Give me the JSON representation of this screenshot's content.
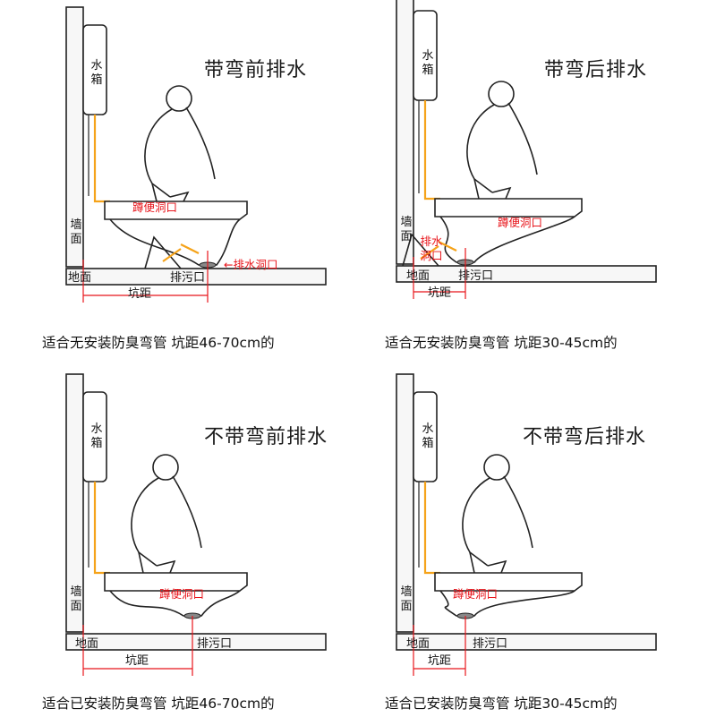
{
  "colors": {
    "pipe_arrow": "#f5a31a",
    "dimension": "#e8151b",
    "outline": "#222222",
    "fill_wall": "#f7f7f7"
  },
  "common": {
    "tank": "水箱",
    "wall": "墙面",
    "floor": "地面",
    "outlet": "排污口",
    "pit": "坑距",
    "squat_hole": "蹲便洞口"
  },
  "panels": [
    {
      "title": "带弯前排水",
      "caption": "适合无安装防臭弯管 坑距46-70cm的",
      "drain_hole": "←排水洞口",
      "trap": true,
      "front": true
    },
    {
      "title": "带弯后排水",
      "caption": "适合无安装防臭弯管 坑距30-45cm的",
      "drain_hole": "排水洞口",
      "trap": true,
      "front": false
    },
    {
      "title": "不带弯前排水",
      "caption": "适合已安装防臭弯管 坑距46-70cm的",
      "drain_hole": "",
      "trap": false,
      "front": true
    },
    {
      "title": "不带弯后排水",
      "caption": "适合已安装防臭弯管 坑距30-45cm的",
      "drain_hole": "",
      "trap": false,
      "front": false
    }
  ]
}
